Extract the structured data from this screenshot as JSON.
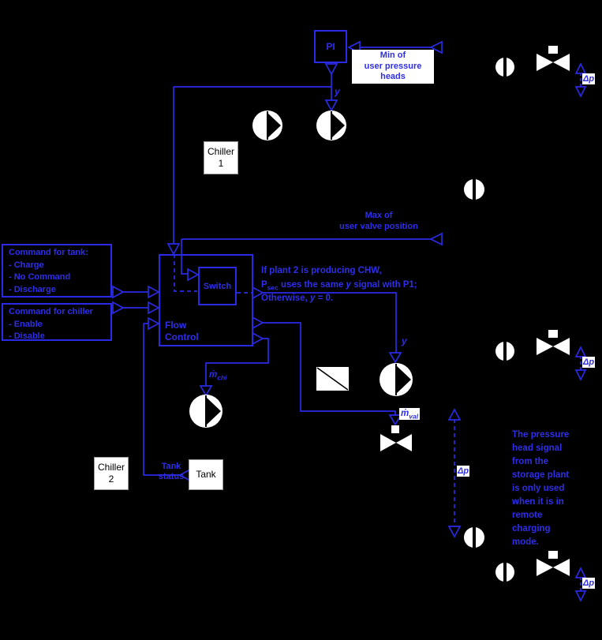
{
  "colors": {
    "background": "#000000",
    "diagram_blue": "#2a2ae6",
    "text_blue": "#2e2eea",
    "icon_white": "#ffffff",
    "box_text_black": "#000000"
  },
  "blocks": {
    "pi": {
      "label": "PI"
    },
    "switch": {
      "label": "Switch"
    },
    "flow_control": {
      "label": "Flow\nControl"
    },
    "chiller1": {
      "label": "Chiller\n1"
    },
    "chiller2": {
      "label": "Chiller\n2"
    },
    "tank": {
      "label": "Tank"
    }
  },
  "command_boxes": {
    "tank": {
      "title": "Command for tank:",
      "items": [
        "- Charge",
        "- No Command",
        "- Discharge"
      ]
    },
    "chiller": {
      "title": "Command for chiller",
      "items": [
        "- Enable",
        "- Disable"
      ]
    }
  },
  "labels": {
    "min_pressure": "Min of\nuser pressure heads",
    "max_valve": "Max of\nuser valve position",
    "tank_status": "Tank\nstatus",
    "y": "y",
    "m_dot": "ṁ",
    "chi_sub": "chi",
    "val_sub": "val",
    "delta_p": "Δp"
  },
  "notes": {
    "plant2": {
      "line1": "If plant 2 is producing CHW,",
      "line2_base": "P",
      "line2_sub": "sec",
      "line2_mid": " uses the same ",
      "line2_y": "y",
      "line2_end": " signal with P1;",
      "line3_pre": "Otherwise, ",
      "line3_y": "y",
      "line3_end": " = 0."
    },
    "pressure_head": "The pressure\nhead signal\nfrom the\nstorage plant\nis only used\nwhen it is in\nremote\ncharging\nmode."
  }
}
